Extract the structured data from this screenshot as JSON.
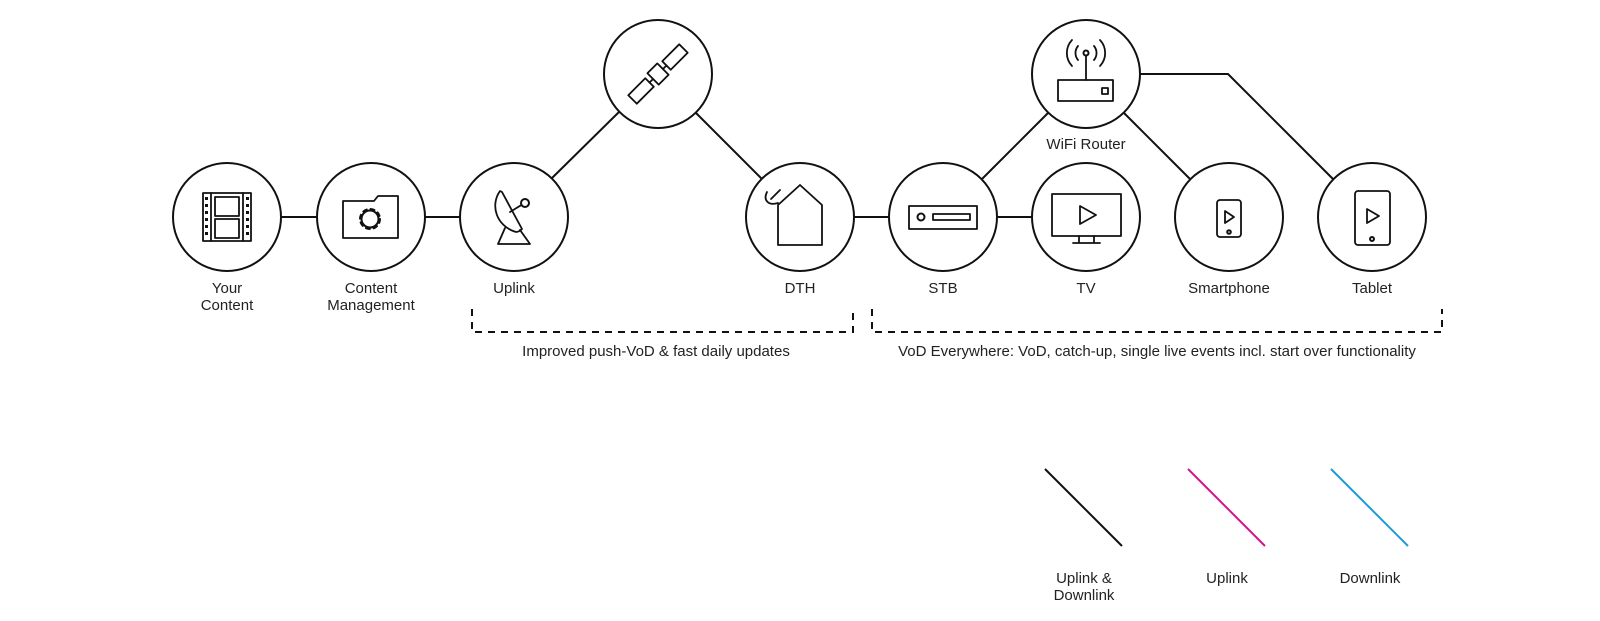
{
  "colors": {
    "line": "#111111",
    "uplink": "#d4138c",
    "downlink": "#1f9ad6"
  },
  "nodes": {
    "your_content": {
      "label": [
        "Your",
        "Content"
      ],
      "icon": "film-icon"
    },
    "content_management": {
      "label": [
        "Content",
        "Management"
      ],
      "icon": "folder-gear-icon"
    },
    "uplink": {
      "label": [
        "Uplink"
      ],
      "icon": "satellite-dish-icon"
    },
    "satellite": {
      "label": [],
      "icon": "satellite-icon"
    },
    "dth": {
      "label": [
        "DTH"
      ],
      "icon": "house-dish-icon"
    },
    "stb": {
      "label": [
        "STB"
      ],
      "icon": "set-top-box-icon"
    },
    "wifi_router": {
      "label": [
        "WiFi Router"
      ],
      "icon": "router-icon"
    },
    "tv": {
      "label": [
        "TV"
      ],
      "icon": "tv-icon"
    },
    "smartphone": {
      "label": [
        "Smartphone"
      ],
      "icon": "smartphone-icon"
    },
    "tablet": {
      "label": [
        "Tablet"
      ],
      "icon": "tablet-icon"
    }
  },
  "groups": {
    "push_vod": "Improved push-VoD & fast daily updates",
    "vod_everywhere": "VoD Everywhere: VoD, catch-up, single live events incl. start over functionality"
  },
  "legend": {
    "both": [
      "Uplink &",
      "Downlink"
    ],
    "uplink": [
      "Uplink"
    ],
    "downlink": [
      "Downlink"
    ]
  }
}
